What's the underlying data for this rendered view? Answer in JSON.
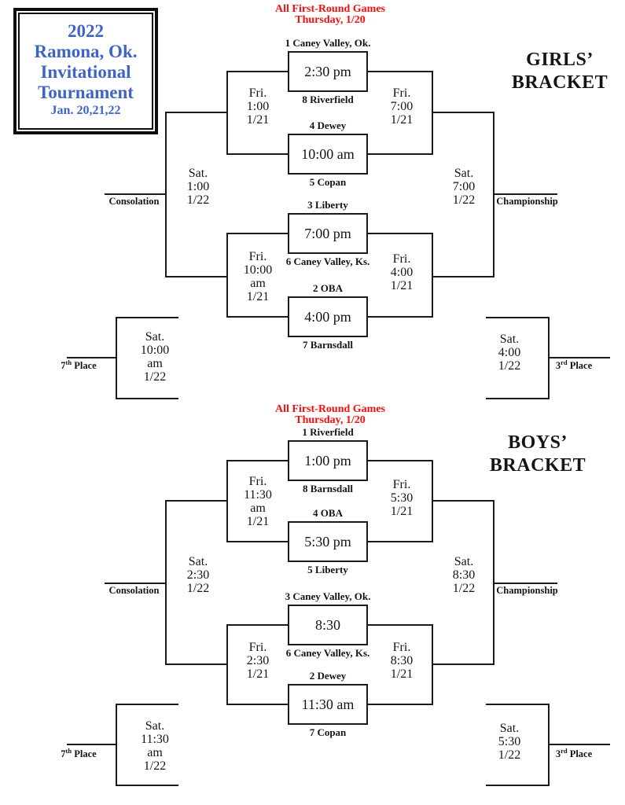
{
  "title_box": {
    "year": "2022",
    "city": "Ramona, Ok.",
    "event_line1": "Invitational",
    "event_line2": "Tournament",
    "dates": "Jan. 20,21,22"
  },
  "colors": {
    "title_blue": "#3d64c6",
    "header_red": "#f60d0d",
    "line_black": "#1a1a1a"
  },
  "brackets": [
    {
      "name": "GIRLS’\nBRACKET",
      "first_round_header": "All First-Round Games\nThursday, 1/20",
      "games": [
        {
          "top_seed": "1 Caney Valley, Ok.",
          "time": "2:30 pm",
          "bottom_seed": "8 Riverfield"
        },
        {
          "top_seed": "4 Dewey",
          "time": "10:00 am",
          "bottom_seed": "5 Copan"
        },
        {
          "top_seed": "3 Liberty",
          "time": "7:00 pm",
          "bottom_seed": "6 Caney Valley, Ks."
        },
        {
          "top_seed": "2 OBA",
          "time": "4:00 pm",
          "bottom_seed": "7 Barnsdall"
        }
      ],
      "semifinals": {
        "top_left": "Fri.\n1:00\n1/21",
        "top_right": "Fri.\n7:00\n1/21",
        "bottom_left": "Fri.\n10:00\nam\n1/21",
        "bottom_right": "Fri.\n4:00\n1/21"
      },
      "finals": {
        "consolation_time": "Sat.\n1:00\n1/22",
        "consolation_label": "Consolation",
        "championship_time": "Sat.\n7:00\n1/22",
        "championship_label": "Championship"
      },
      "placement": {
        "seventh_time": "Sat.\n10:00\nam\n1/22",
        "seventh_num": "7",
        "seventh_suffix": "th",
        "seventh_word": "Place",
        "third_time": "Sat.\n4:00\n1/22",
        "third_num": "3",
        "third_suffix": "rd",
        "third_word": "Place"
      }
    },
    {
      "name": "BOYS’\nBRACKET",
      "first_round_header": "All First-Round Games\nThursday, 1/20",
      "games": [
        {
          "top_seed": "1 Riverfield",
          "time": "1:00 pm",
          "bottom_seed": "8 Barnsdall"
        },
        {
          "top_seed": "4 OBA",
          "time": "5:30 pm",
          "bottom_seed": "5 Liberty"
        },
        {
          "top_seed": "3 Caney Valley, Ok.",
          "time": "8:30",
          "bottom_seed": "6 Caney Valley, Ks."
        },
        {
          "top_seed": "2 Dewey",
          "time": "11:30 am",
          "bottom_seed": "7 Copan"
        }
      ],
      "semifinals": {
        "top_left": "Fri.\n11:30\nam\n1/21",
        "top_right": "Fri.\n5:30\n1/21",
        "bottom_left": "Fri.\n2:30\n1/21",
        "bottom_right": "Fri.\n8:30\n1/21"
      },
      "finals": {
        "consolation_time": "Sat.\n2:30\n1/22",
        "consolation_label": "Consolation",
        "championship_time": "Sat.\n8:30\n1/22",
        "championship_label": "Championship"
      },
      "placement": {
        "seventh_time": "Sat.\n11:30\nam\n1/22",
        "seventh_num": "7",
        "seventh_suffix": "th",
        "seventh_word": "Place",
        "third_time": "Sat.\n5:30\n1/22",
        "third_num": "3",
        "third_suffix": "rd",
        "third_word": "Place"
      }
    }
  ]
}
